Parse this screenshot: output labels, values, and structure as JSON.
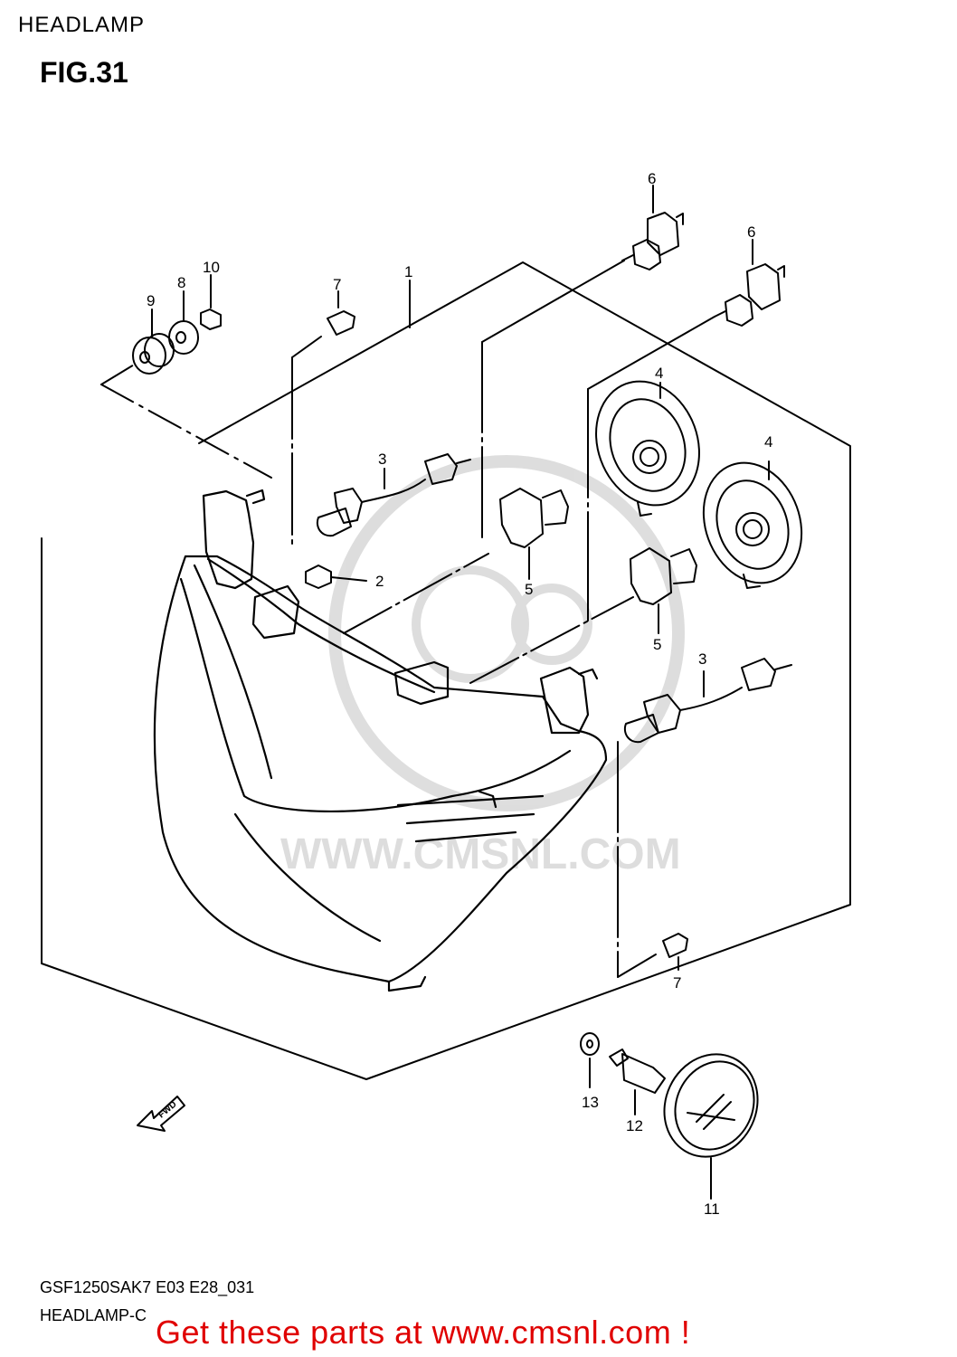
{
  "header": {
    "title": "HEADLAMP",
    "figure": "FIG.31"
  },
  "callouts": {
    "c1": "1",
    "c2": "2",
    "c3a": "3",
    "c3b": "3",
    "c4a": "4",
    "c4b": "4",
    "c5a": "5",
    "c5b": "5",
    "c6a": "6",
    "c6b": "6",
    "c7a": "7",
    "c7b": "7",
    "c8": "8",
    "c9": "9",
    "c10": "10",
    "c11": "11",
    "c12": "12",
    "c13": "13"
  },
  "fwd_label": "FWD",
  "watermark": {
    "text": "WWW.CMSNL.COM"
  },
  "footer": {
    "model_code": "GSF1250SAK7 E03 E28_031",
    "drawing_name": "HEADLAMP-C",
    "promo": "Get these parts at www.cmsnl.com !",
    "promo_color": "#e00000"
  }
}
